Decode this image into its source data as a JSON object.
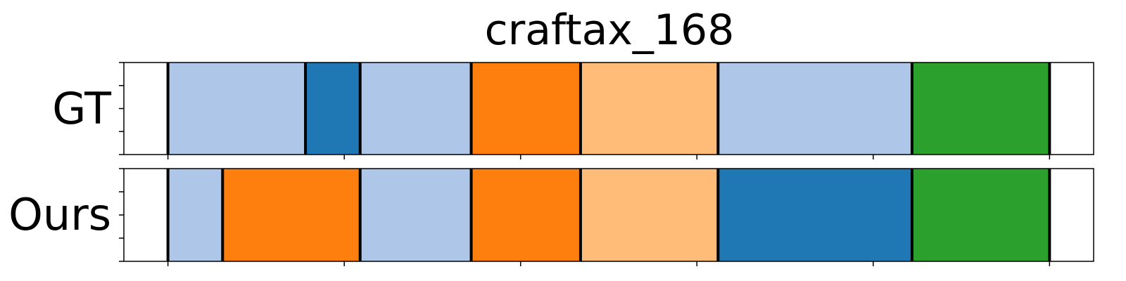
{
  "chart_data": {
    "type": "segmentation",
    "title": "craftax_168",
    "xlim": [
      0,
      550
    ],
    "grid": false,
    "legend": "none",
    "rows": [
      {
        "name": "GT",
        "segments": [
          {
            "start": 25,
            "end": 103,
            "color": "#aec7e8"
          },
          {
            "start": 103,
            "end": 134,
            "color": "#1f77b4"
          },
          {
            "start": 134,
            "end": 197,
            "color": "#aec7e8"
          },
          {
            "start": 197,
            "end": 259,
            "color": "#ff7f0e"
          },
          {
            "start": 259,
            "end": 337,
            "color": "#ffbb78"
          },
          {
            "start": 337,
            "end": 447,
            "color": "#aec7e8"
          },
          {
            "start": 447,
            "end": 525,
            "color": "#2ca02c"
          }
        ]
      },
      {
        "name": "Ours",
        "segments": [
          {
            "start": 25,
            "end": 56,
            "color": "#aec7e8"
          },
          {
            "start": 56,
            "end": 134,
            "color": "#ff7f0e"
          },
          {
            "start": 134,
            "end": 197,
            "color": "#aec7e8"
          },
          {
            "start": 197,
            "end": 259,
            "color": "#ff7f0e"
          },
          {
            "start": 259,
            "end": 337,
            "color": "#ffbb78"
          },
          {
            "start": 337,
            "end": 447,
            "color": "#1f77b4"
          },
          {
            "start": 447,
            "end": 525,
            "color": "#2ca02c"
          }
        ]
      }
    ],
    "x_ticks": [
      25,
      125,
      225,
      325,
      425,
      525
    ]
  }
}
